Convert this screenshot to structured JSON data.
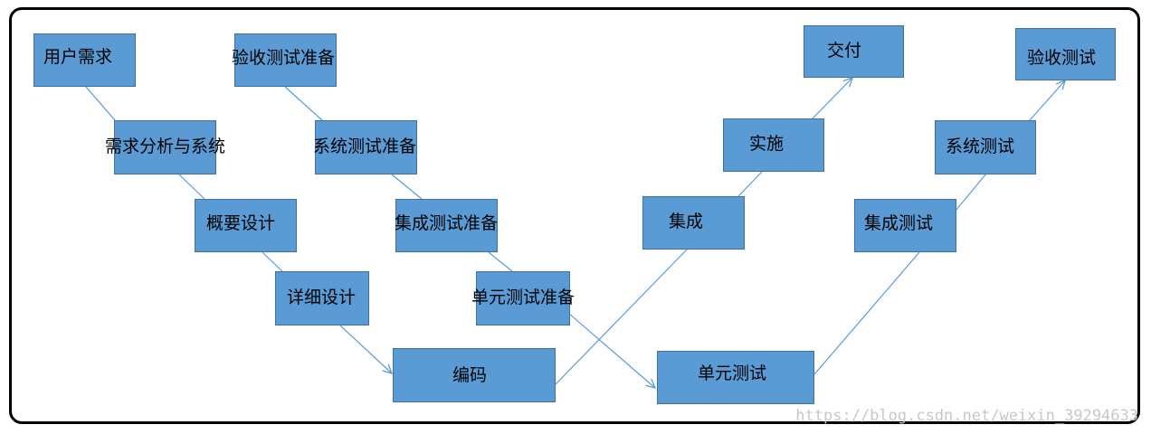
{
  "diagram": {
    "nodes": {
      "user_requirements": "用户需求",
      "requirements_analysis": "需求分析与系统",
      "outline_design": "概要设计",
      "detailed_design": "详细设计",
      "coding": "编码",
      "acceptance_test_prep": "验收测试准备",
      "system_test_prep": "系统测试准备",
      "integration_test_prep": "集成测试准备",
      "unit_test_prep": "单元测试准备",
      "unit_test": "单元测试",
      "integration": "集成",
      "implementation": "实施",
      "delivery": "交付",
      "integration_test": "集成测试",
      "system_test": "系统测试",
      "acceptance_test": "验收测试"
    },
    "colors": {
      "box_fill": "#5b9bd5",
      "box_border": "#41719c",
      "connector": "#5b9bd5"
    }
  },
  "watermark": "https://blog.csdn.net/weixin_39294633"
}
